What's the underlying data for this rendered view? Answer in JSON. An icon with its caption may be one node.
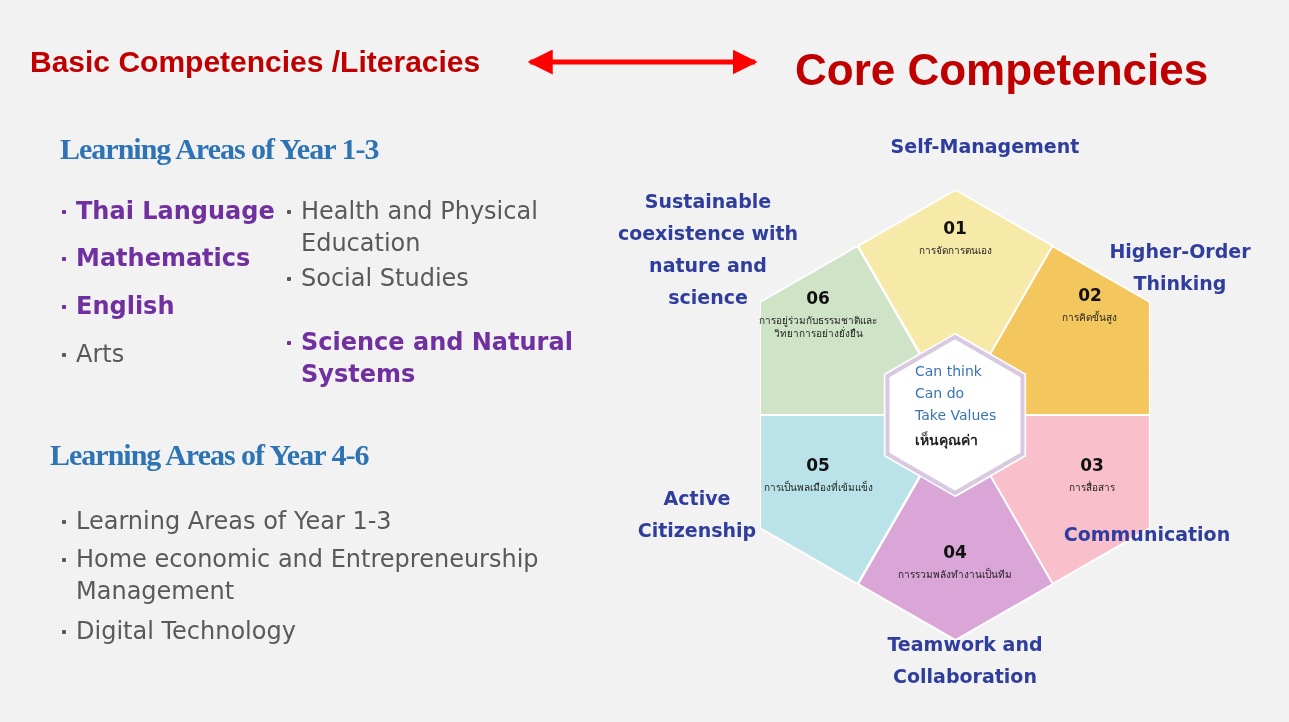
{
  "diagram": {
    "nodes": [
      {
        "text": [
          "Basic Competencies /Literacies"
        ]
      },
      {
        "text": [
          "Core Competencies"
        ]
      },
      {
        "text": [
          "01",
          "การจัดการตนเอง"
        ],
        "beside": [
          "Self-Management"
        ]
      },
      {
        "text": [
          "02",
          "การคิดขั้นสูง"
        ],
        "beside": [
          "Higher-Order Thinking"
        ]
      },
      {
        "text": [
          "03",
          "การสื่อสาร"
        ],
        "beside": [
          "Communication"
        ]
      },
      {
        "text": [
          "04",
          "การรวมพลังทำงานเป็นทีม"
        ],
        "beside": [
          "Teamwork and Collaboration"
        ]
      },
      {
        "text": [
          "05",
          "การเป็นพลเมืองที่เข้มแข็ง"
        ],
        "beside": [
          "Active Citizenship"
        ]
      },
      {
        "text": [
          "06",
          "การอยู่ร่วมกับธรรมชาติและวิทยาการอย่างยั่งยืน"
        ],
        "beside": [
          "Sustainable coexistence with nature and science"
        ]
      },
      {
        "text": [
          "Can think",
          "Can do",
          "Take Values",
          "เห็นคุณค่า"
        ]
      }
    ],
    "edges": [
      {
        "from": 0,
        "to": 1,
        "arrow": "both",
        "color": "#ff0000"
      }
    ],
    "labels": [
      "Learning Areas of Year 1-3",
      "Thai Language",
      "Mathematics",
      "English",
      "Arts",
      "Health and Physical Education",
      "Social Studies",
      "Science and Natural Systems",
      "Learning Areas of Year 4-6",
      "Learning Areas of Year 1-3",
      "Home economic and Entrepreneurship Management",
      "Digital Technology"
    ]
  }
}
